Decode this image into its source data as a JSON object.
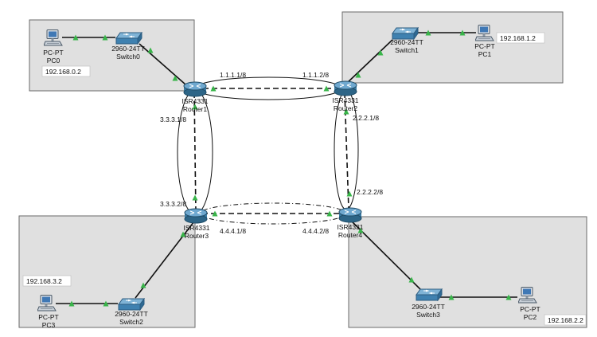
{
  "colors": {
    "area_fill": "#e0e0e0",
    "area_stroke": "#6a6a6a",
    "cable": "#111111",
    "link_up": "#39b54a",
    "router_body": "#3a7ca5",
    "switch_body": "#4a8db8"
  },
  "devices": {
    "pc0": {
      "model": "PC-PT",
      "name": "PC0",
      "ip": "192.168.0.2"
    },
    "pc1": {
      "model": "PC-PT",
      "name": "PC1",
      "ip": "192.168.1.2"
    },
    "pc2": {
      "model": "PC-PT",
      "name": "PC2",
      "ip": "192.168.2.2"
    },
    "pc3": {
      "model": "PC-PT",
      "name": "PC3",
      "ip": "192.168.3.2"
    },
    "switch0": {
      "model": "2960-24TT",
      "name": "Switch0"
    },
    "switch1": {
      "model": "2960-24TT",
      "name": "Switch1"
    },
    "switch2": {
      "model": "2960-24TT",
      "name": "Switch2"
    },
    "switch3": {
      "model": "2960-24TT",
      "name": "Switch3"
    },
    "router1": {
      "model": "ISR4331",
      "name": "Router1"
    },
    "router2": {
      "model": "ISR4331",
      "name": "Router2"
    },
    "router3": {
      "model": "ISR4331",
      "name": "Router3"
    },
    "router4": {
      "model": "ISR4331",
      "name": "Router4"
    }
  },
  "links": {
    "r1_r2": {
      "a_ip": "1.1.1.1/8",
      "b_ip": "1.1.1.2/8"
    },
    "r2_r4": {
      "a_ip": "2.2.2.1/8",
      "b_ip": "2.2.2.2/8"
    },
    "r1_r3": {
      "a_ip": "3.3.3.1/8",
      "b_ip": "3.3.3.2/8"
    },
    "r3_r4": {
      "a_ip": "4.4.4.1/8",
      "b_ip": "4.4.4.2/8"
    }
  }
}
